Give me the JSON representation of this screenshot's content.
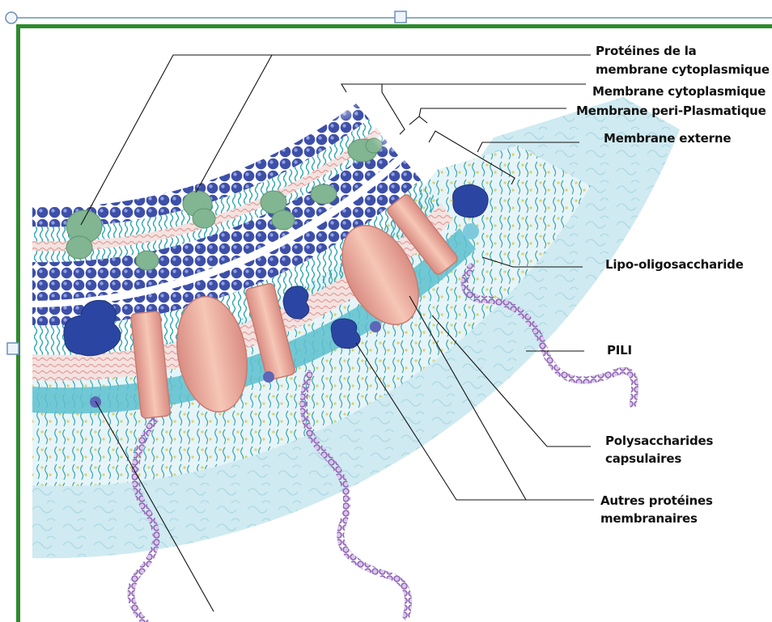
{
  "labels": {
    "cyto_proteins_1": "Protéines de la",
    "cyto_proteins_2": "membrane cytoplasmique",
    "cyto_membrane": "Membrane cytoplasmique",
    "peri_membrane": "Membrane peri-Plasmatique",
    "outer_membrane": "Membrane externe",
    "lipo": "Lipo-oligosaccharide",
    "pili": "PILI",
    "poly_1": "Polysaccharides",
    "poly_2": "capsulaires",
    "other_1": "Autres protéines",
    "other_2": "membranaires"
  },
  "colors": {
    "frame_green": "#2e8b2e",
    "selection_blue": "#6f8fb8",
    "lipid_head": "#3d4fa8",
    "lipid_tail": "#39a8b4",
    "green_protein": "#7fb28e",
    "salmon_protein": "#e8a49a",
    "dark_protein": "#2c47a0",
    "capsule": "#bfe3ec",
    "pili": "#9a70b8"
  }
}
